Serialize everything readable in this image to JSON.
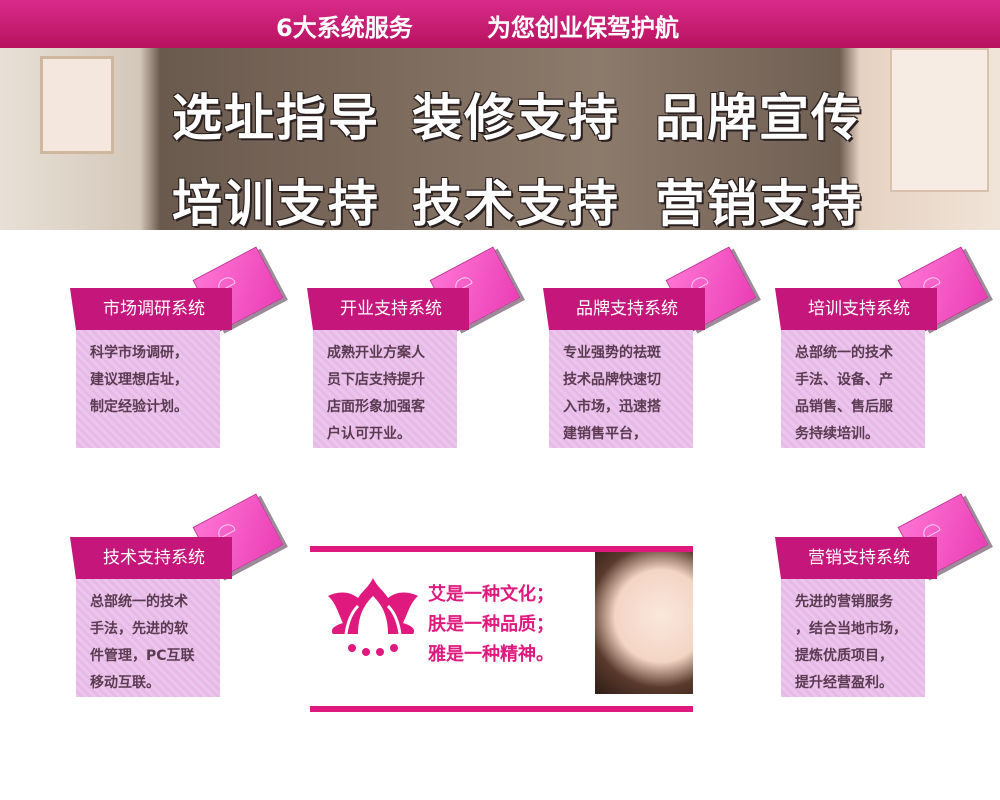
{
  "header": {
    "title_left": "6大系统服务",
    "title_right": "为您创业保驾护航"
  },
  "banner": {
    "row1": [
      "选址指导",
      "装修支持",
      "品牌宣传"
    ],
    "row2": [
      "培训支持",
      "技术支持",
      "营销支持"
    ]
  },
  "cards": [
    {
      "title": "市场调研系统",
      "lines": [
        "科学市场调研，",
        "建议理想店址，",
        "制定经验计划。"
      ]
    },
    {
      "title": "开业支持系统",
      "lines": [
        "成熟开业方案人",
        "员下店支持提升",
        "店面形象加强客",
        "户认可开业。"
      ]
    },
    {
      "title": "品牌支持系统",
      "lines": [
        "专业强势的祛斑",
        "技术品牌快速切",
        "入市场，迅速搭",
        "建销售平台，"
      ]
    },
    {
      "title": "培训支持系统",
      "lines": [
        "总部统一的技术",
        "手法、设备、产",
        "品销售、售后服",
        "务持续培训。"
      ]
    },
    {
      "title": "技术支持系统",
      "lines": [
        "总部统一的技术",
        "手法，先进的软",
        "件管理，PC互联",
        "移动互联。"
      ]
    },
    {
      "title": "营销支持系统",
      "lines": [
        "先进的营销服务",
        "，结合当地市场，",
        "提炼优质项目，",
        "提升经营盈利。"
      ]
    }
  ],
  "slogan": {
    "line1": "艾是一种文化；",
    "line2": "肤是一种品质；",
    "line3": "雅是一种精神。"
  },
  "colors": {
    "accent": "#c5167b",
    "card_bg": "#ecc5ec",
    "slogan_pink": "#e0197e"
  }
}
